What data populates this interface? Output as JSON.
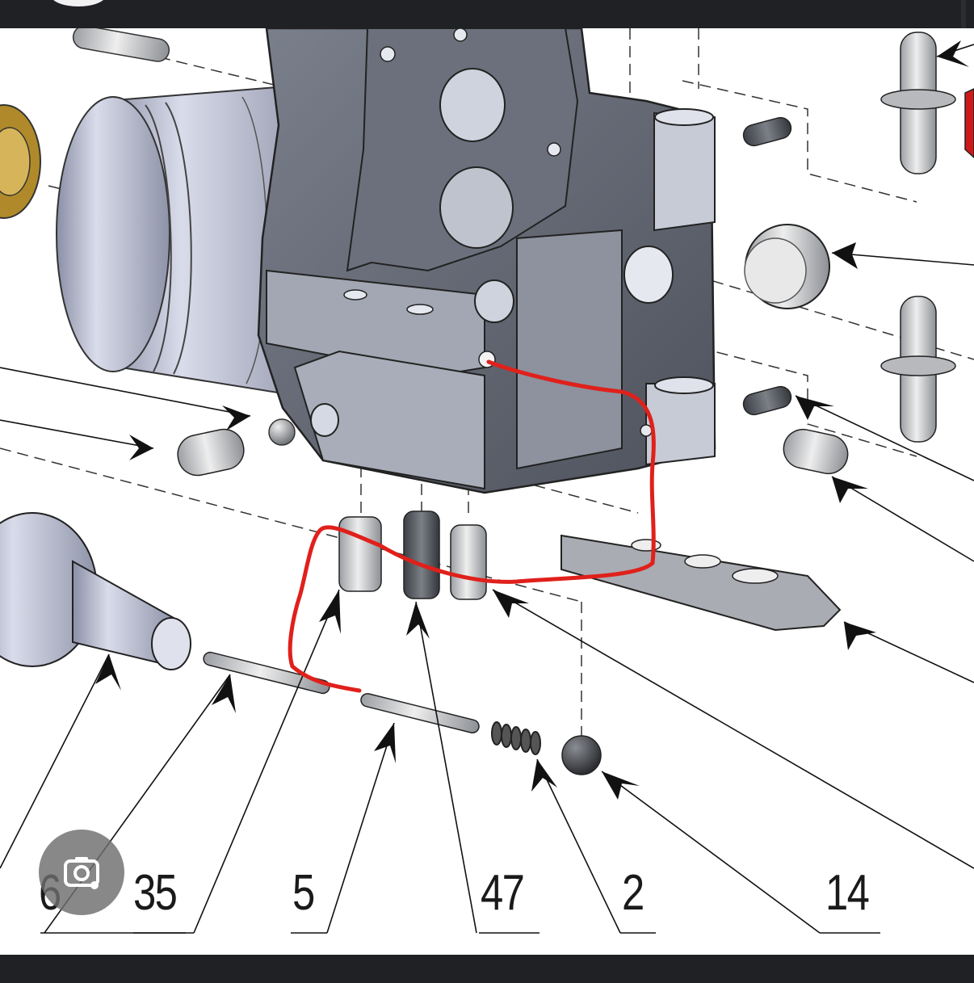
{
  "diagram": {
    "type": "exploded-assembly-drawing",
    "part_labels": [
      "6",
      "35",
      "5",
      "47",
      "2",
      "14"
    ],
    "highlight_color": "#e0201b",
    "body_color": "#5f6470",
    "metal_color": "#b9bdc4"
  },
  "overlay": {
    "lens_button_icon": "google-lens-camera-icon"
  }
}
